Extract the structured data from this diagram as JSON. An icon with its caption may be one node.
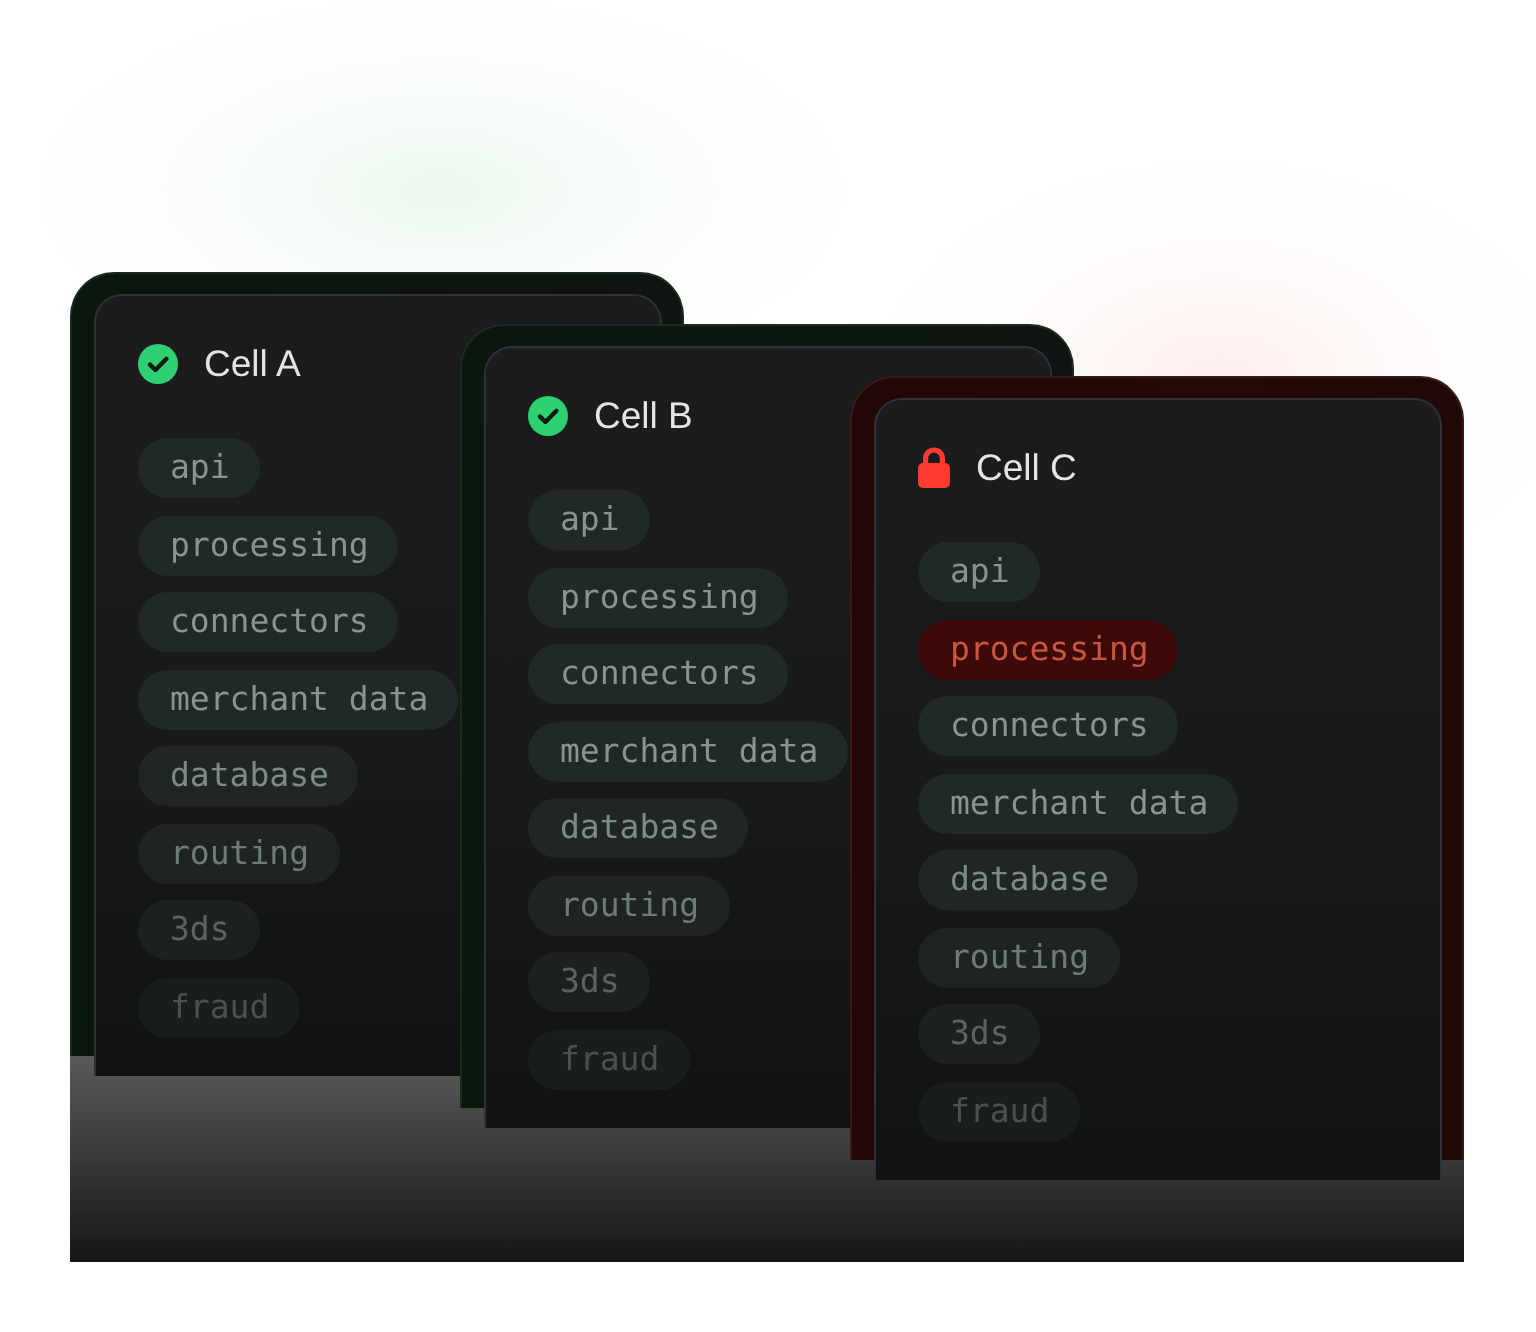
{
  "diagram": {
    "nodes": [
      {
        "text": [
          "Cell A"
        ]
      },
      {
        "text": [
          "api"
        ],
        "in": 0
      },
      {
        "text": [
          "processing"
        ],
        "in": 0
      },
      {
        "text": [
          "connectors"
        ],
        "in": 0
      },
      {
        "text": [
          "merchant data"
        ],
        "in": 0
      },
      {
        "text": [
          "database"
        ],
        "in": 0
      },
      {
        "text": [
          "routing"
        ],
        "in": 0
      },
      {
        "text": [
          "3ds"
        ],
        "in": 0
      },
      {
        "text": [
          "fraud"
        ],
        "in": 0
      },
      {
        "text": [
          "Cell B"
        ]
      },
      {
        "text": [
          "api"
        ],
        "in": 9
      },
      {
        "text": [
          "processing"
        ],
        "in": 9
      },
      {
        "text": [
          "connectors"
        ],
        "in": 9
      },
      {
        "text": [
          "merchant data"
        ],
        "in": 9
      },
      {
        "text": [
          "database"
        ],
        "in": 9
      },
      {
        "text": [
          "routing"
        ],
        "in": 9
      },
      {
        "text": [
          "3ds"
        ],
        "in": 9
      },
      {
        "text": [
          "fraud"
        ],
        "in": 9
      },
      {
        "text": [
          "Cell C"
        ]
      },
      {
        "text": [
          "api"
        ],
        "in": 18
      },
      {
        "text": [
          "processing"
        ],
        "in": 18
      },
      {
        "text": [
          "connectors"
        ],
        "in": 18
      },
      {
        "text": [
          "merchant data"
        ],
        "in": 18
      },
      {
        "text": [
          "database"
        ],
        "in": 18
      },
      {
        "text": [
          "routing"
        ],
        "in": 18
      },
      {
        "text": [
          "3ds"
        ],
        "in": 18
      },
      {
        "text": [
          "fraud"
        ],
        "in": 18
      }
    ]
  }
}
